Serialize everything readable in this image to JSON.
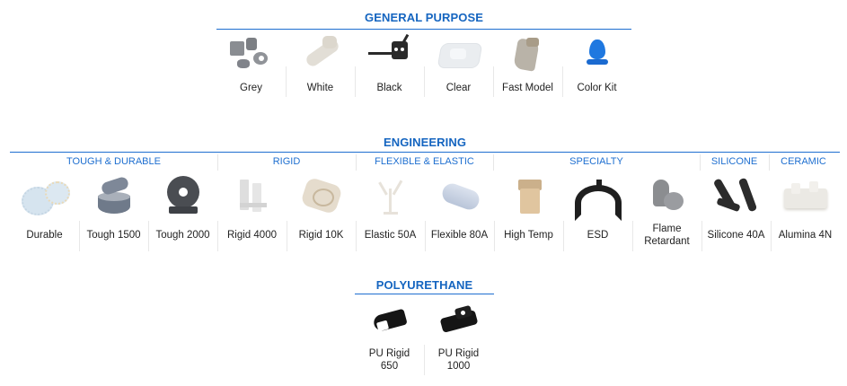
{
  "sections": {
    "general_purpose": {
      "title": "GENERAL PURPOSE",
      "items": [
        {
          "label": "Grey",
          "icon": "grey-resin-part-icon",
          "color": "#8a8d92"
        },
        {
          "label": "White",
          "icon": "white-resin-part-icon",
          "color": "#e2ded6"
        },
        {
          "label": "Black",
          "icon": "black-resin-part-icon",
          "color": "#2a2a2a"
        },
        {
          "label": "Clear",
          "icon": "clear-resin-part-icon",
          "color": "#e8ecef"
        },
        {
          "label": "Fast Model",
          "icon": "fast-model-resin-part-icon",
          "color": "#b9b3a8"
        },
        {
          "label": "Color Kit",
          "icon": "color-kit-resin-part-icon",
          "color": "#1f78e0"
        }
      ]
    },
    "engineering": {
      "title": "ENGINEERING",
      "subcategories": [
        {
          "label": "TOUGH & DURABLE",
          "span": 3
        },
        {
          "label": "RIGID",
          "span": 2
        },
        {
          "label": "FLEXIBLE & ELASTIC",
          "span": 2
        },
        {
          "label": "SPECIALTY",
          "span": 3
        },
        {
          "label": "SILICONE",
          "span": 1
        },
        {
          "label": "CERAMIC",
          "span": 1
        }
      ],
      "items": [
        {
          "label": "Durable",
          "icon": "durable-resin-part-icon",
          "color": "#d6e4ef"
        },
        {
          "label": "Tough 1500",
          "icon": "tough-1500-resin-part-icon",
          "color": "#6f7a8a"
        },
        {
          "label": "Tough 2000",
          "icon": "tough-2000-resin-part-icon",
          "color": "#4a4d52"
        },
        {
          "label": "Rigid 4000",
          "icon": "rigid-4000-resin-part-icon",
          "color": "#dedede"
        },
        {
          "label": "Rigid 10K",
          "icon": "rigid-10k-resin-part-icon",
          "color": "#e5dccd"
        },
        {
          "label": "Elastic 50A",
          "icon": "elastic-50a-resin-part-icon",
          "color": "#e7e2da"
        },
        {
          "label": "Flexible 80A",
          "icon": "flexible-80a-resin-part-icon",
          "color": "#c9d3e3"
        },
        {
          "label": "High Temp",
          "icon": "high-temp-resin-part-icon",
          "color": "#e0c59f"
        },
        {
          "label": "ESD",
          "icon": "esd-resin-part-icon",
          "color": "#1f1f1f"
        },
        {
          "label": "Flame Retardant",
          "icon": "flame-retardant-resin-part-icon",
          "color": "#8b8d90"
        },
        {
          "label": "Silicone 40A",
          "icon": "silicone-40a-resin-part-icon",
          "color": "#2b2b2b"
        },
        {
          "label": "Alumina 4N",
          "icon": "alumina-4n-resin-part-icon",
          "color": "#ebe9e4"
        }
      ]
    },
    "polyurethane": {
      "title": "POLYURETHANE",
      "items": [
        {
          "label": "PU Rigid 650",
          "line1": "PU Rigid",
          "line2": "650",
          "icon": "pu-rigid-650-resin-part-icon",
          "color": "#151515"
        },
        {
          "label": "PU Rigid 1000",
          "line1": "PU Rigid",
          "line2": "1000",
          "icon": "pu-rigid-1000-resin-part-icon",
          "color": "#151515"
        }
      ]
    }
  },
  "colors": {
    "accent_blue": "#1565c0",
    "rule_blue": "#1e6fd0",
    "divider_grey": "#e8e8e8"
  }
}
